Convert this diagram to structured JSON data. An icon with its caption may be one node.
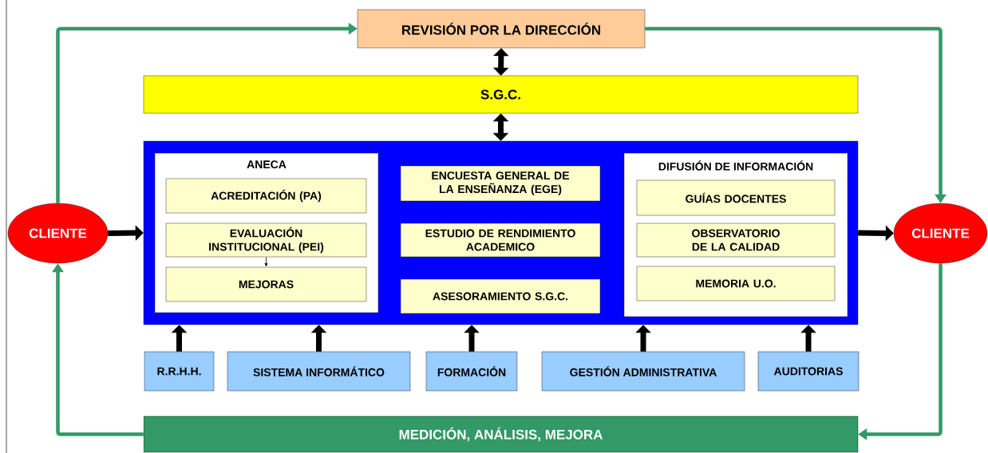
{
  "diagram": {
    "nodes": [
      {
        "text": [
          "REVISIÓN POR LA DIRECCIÓN"
        ]
      },
      {
        "text": [
          "S.G.C."
        ]
      },
      {
        "text": [],
        "shape": "box"
      },
      {
        "text": [
          "ANECA"
        ],
        "in": 2
      },
      {
        "text": [
          "ACREDITACIÓN (PA)"
        ],
        "in": 3
      },
      {
        "text": [
          "EVALUACIÓN INSTITUCIONAL (PEI)"
        ],
        "in": 3
      },
      {
        "text": [
          "MEJORAS"
        ],
        "in": 3
      },
      {
        "text": [
          "ENCUESTA GENERAL DE LA ENSEÑANZA (EGE)"
        ],
        "in": 2
      },
      {
        "text": [
          "ESTUDIO DE RENDIMIENTO ACADEMICO"
        ],
        "in": 2
      },
      {
        "text": [
          "ASESORAMIENTO S.G.C."
        ],
        "in": 2
      },
      {
        "text": [
          "DIFUSIÓN DE INFORMACIÓN"
        ],
        "in": 2
      },
      {
        "text": [
          "GUÍAS DOCENTES"
        ],
        "in": 10
      },
      {
        "text": [
          "OBSERVATORIO DE LA CALIDAD"
        ],
        "in": 10
      },
      {
        "text": [
          "MEMORIA U.O."
        ],
        "in": 10
      },
      {
        "text": [
          "CLIENTE"
        ]
      },
      {
        "text": [
          "CLIENTE"
        ]
      },
      {
        "text": [
          "R.R.H.H."
        ]
      },
      {
        "text": [
          "SISTEMA INFORMÁTICO"
        ]
      },
      {
        "text": [
          "FORMACIÓN"
        ]
      },
      {
        "text": [
          "GESTIÓN ADMINISTRATIVA"
        ]
      },
      {
        "text": [
          "AUDITORIAS"
        ]
      },
      {
        "text": [
          "MEDICIÓN, ANÁLISIS, MEJORA"
        ]
      }
    ],
    "edges": [
      {
        "from": 0,
        "to": 1,
        "arrow": "both"
      },
      {
        "from": 1,
        "to": 2,
        "arrow": "both"
      },
      {
        "from": 14,
        "to": 2,
        "arrow": "to"
      },
      {
        "from": 2,
        "to": 15,
        "arrow": "to"
      },
      {
        "from": 5,
        "to": 6,
        "arrow": "to"
      },
      {
        "from": 16,
        "to": 2,
        "arrow": "to"
      },
      {
        "from": 17,
        "to": 2,
        "arrow": "to"
      },
      {
        "from": 18,
        "to": 2,
        "arrow": "to"
      },
      {
        "from": 19,
        "to": 2,
        "arrow": "to"
      },
      {
        "from": 20,
        "to": 2,
        "arrow": "to"
      },
      {
        "from": 14,
        "to": 0,
        "arrow": "to",
        "color": "#339966"
      },
      {
        "from": 0,
        "to": 15,
        "arrow": "to",
        "color": "#339966"
      },
      {
        "from": 15,
        "to": 21,
        "arrow": "to",
        "color": "#339966"
      },
      {
        "from": 21,
        "to": 14,
        "arrow": "to",
        "color": "#339966"
      }
    ]
  }
}
